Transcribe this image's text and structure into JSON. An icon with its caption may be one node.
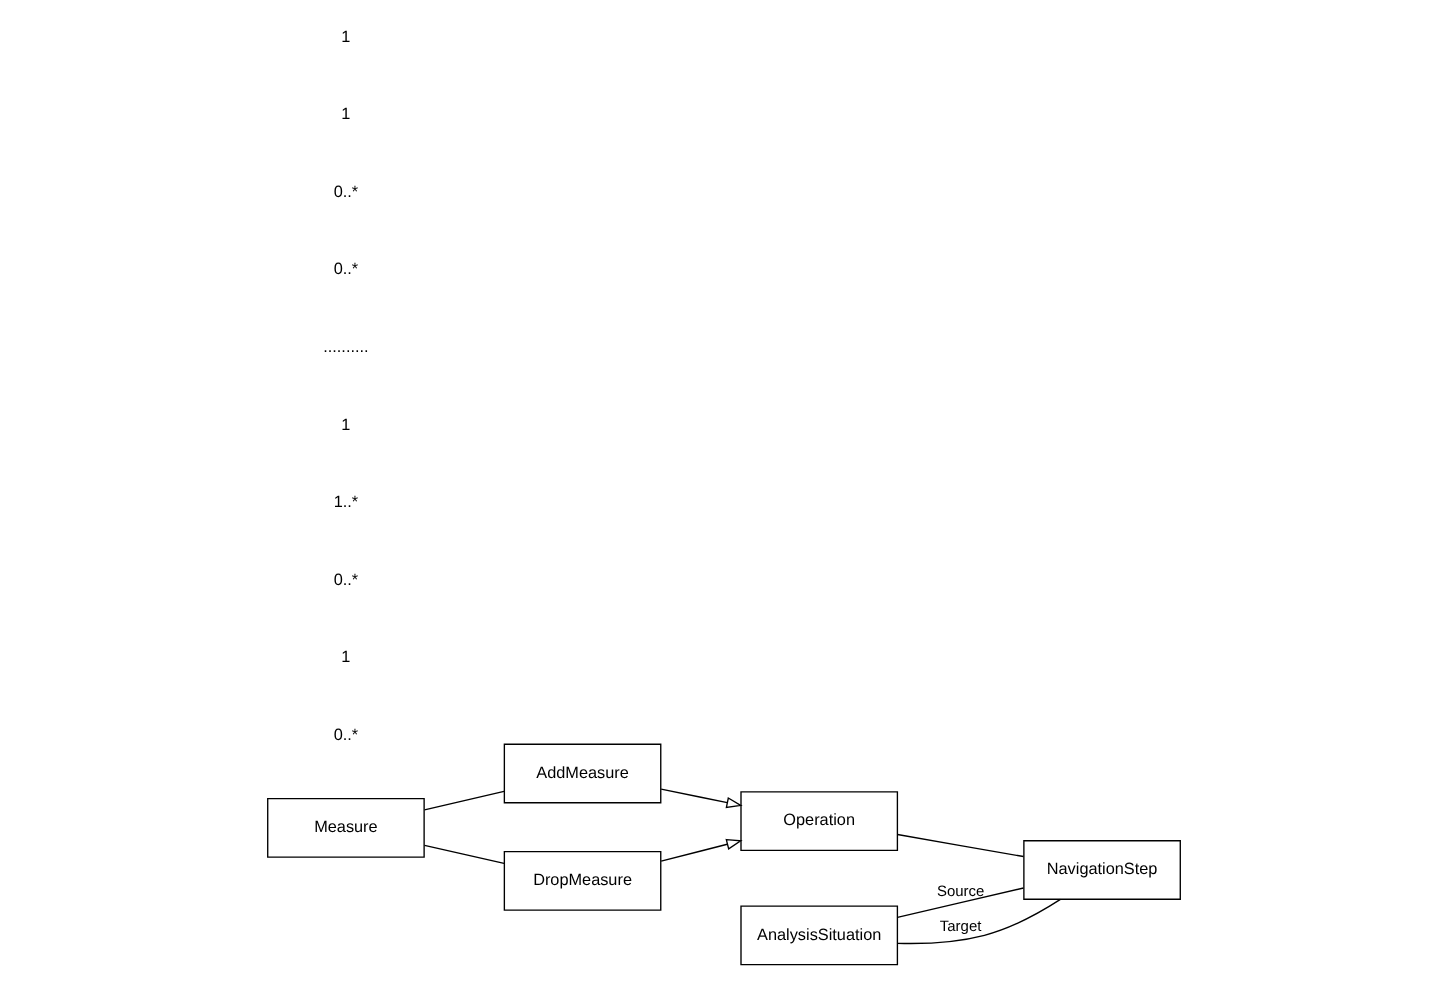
{
  "diagram": {
    "nodes": [
      {
        "text": [
          "Measure"
        ]
      },
      {
        "text": [
          "AddMeasure"
        ]
      },
      {
        "text": [
          "DropMeasure"
        ]
      },
      {
        "text": [
          "Operation"
        ]
      },
      {
        "text": [
          "NavigationStep"
        ]
      },
      {
        "text": [
          "AnalysisSituation"
        ]
      }
    ],
    "edges": [
      {
        "from": 0,
        "to": 1,
        "arrow": "none"
      },
      {
        "from": 0,
        "to": 2,
        "arrow": "none"
      },
      {
        "from": 1,
        "to": 3,
        "arrow": "to"
      },
      {
        "from": 2,
        "to": 3,
        "arrow": "to"
      },
      {
        "from": 3,
        "to": 4,
        "arrow": "none"
      },
      {
        "from": 5,
        "to": 4,
        "arrow": "none",
        "label": "Source"
      },
      {
        "from": 5,
        "to": 4,
        "arrow": "none",
        "label": "Target"
      }
    ],
    "labels": [
      "0..*",
      "1",
      "0..*",
      "1..*",
      "1",
      "..........",
      "0..*",
      "0..*",
      "1",
      "1"
    ]
  }
}
